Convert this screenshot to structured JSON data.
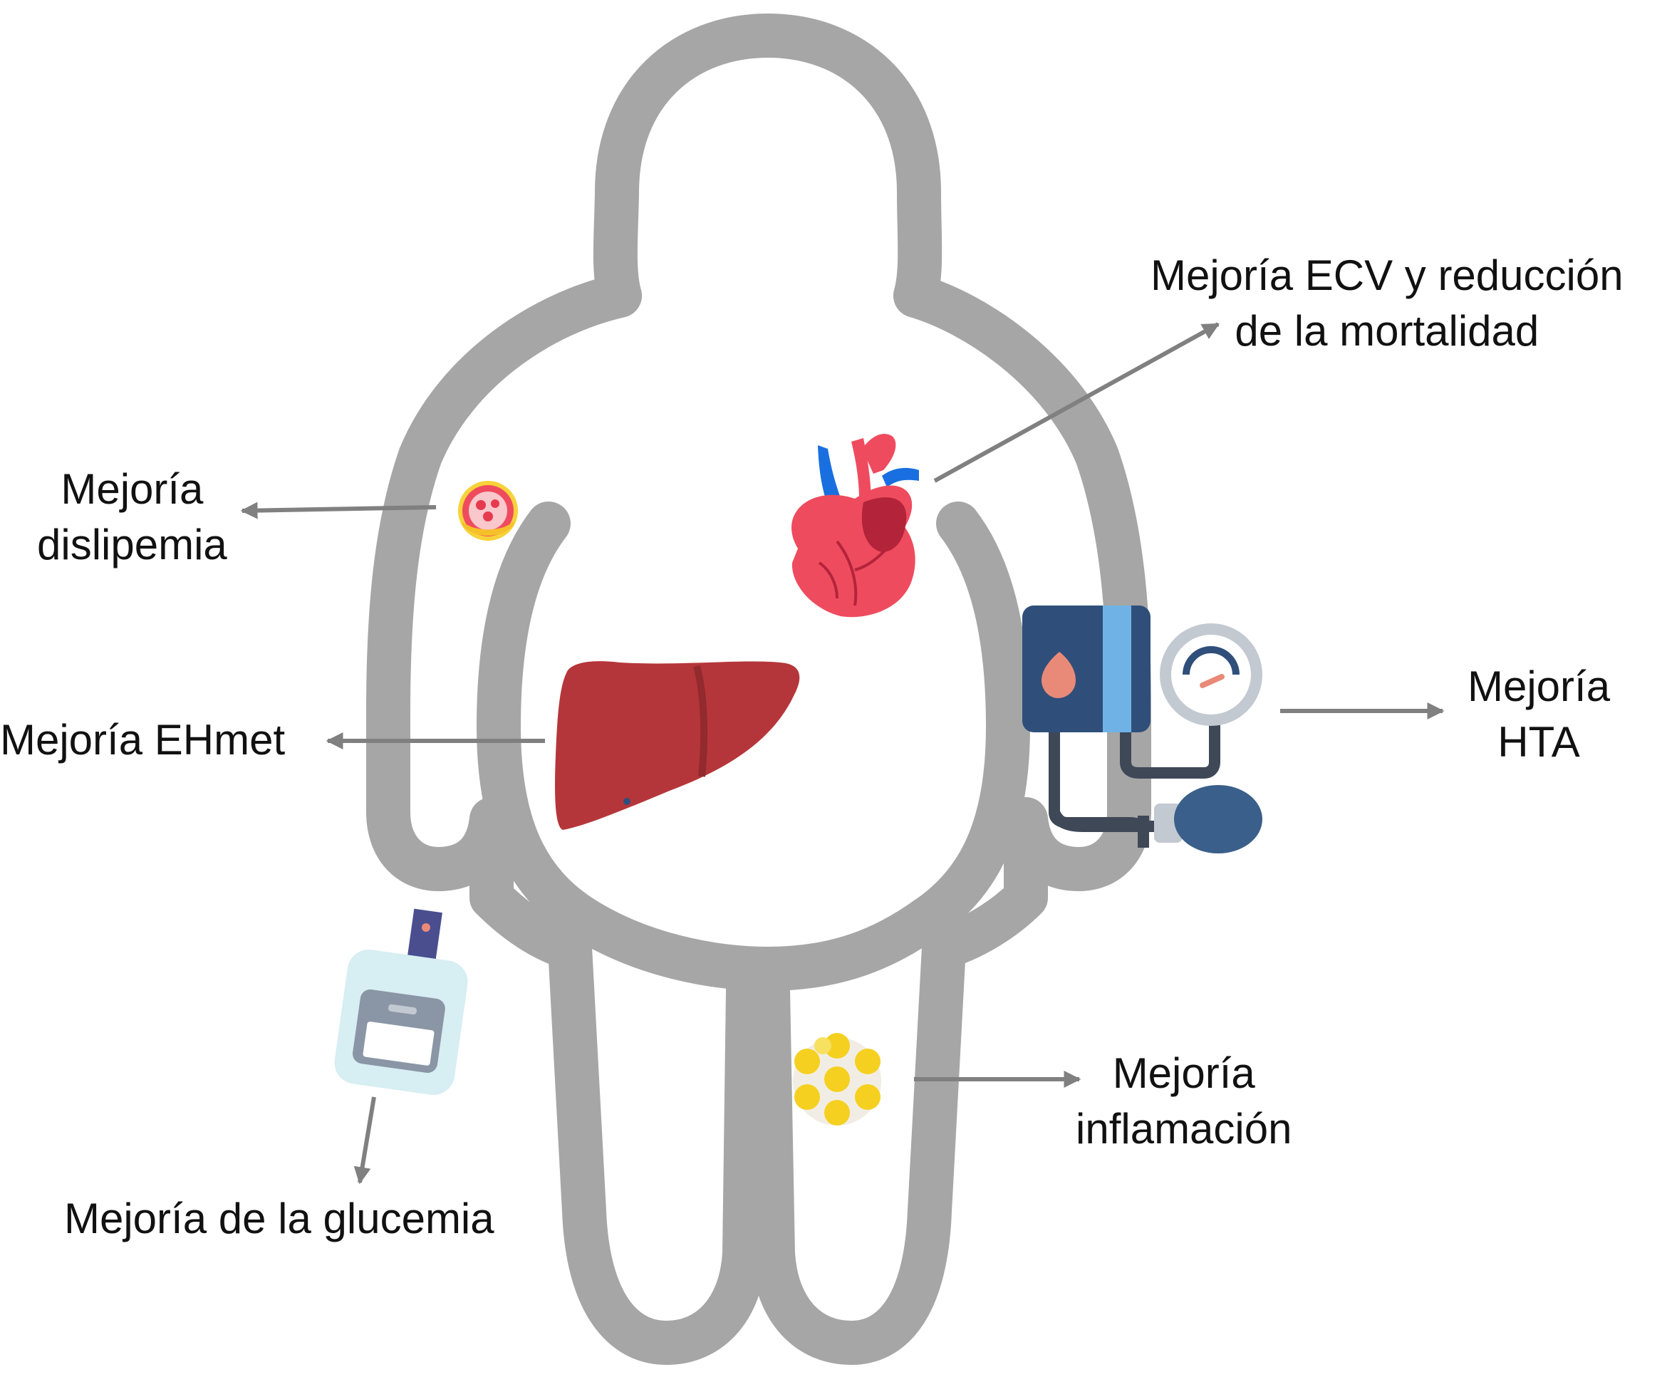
{
  "colors": {
    "body_outline": "#a6a6a6",
    "arrow": "#808080",
    "text": "#111111",
    "heart": "#ef4b5e",
    "heart_dark": "#b3243b",
    "vessel_blue": "#1a6fe0",
    "liver": "#b5363a",
    "liver_dark": "#922a2e",
    "cuff_dark": "#2f4f7a",
    "cuff_light": "#6fb3e6",
    "tube": "#3f4857",
    "bulb": "#3a5f8a",
    "fat_cell": "#f5d020",
    "glucometer": "#d7eef3"
  },
  "labels": {
    "cv": {
      "line1": "Mejoría ECV y reducción",
      "line2": "de la mortalidad"
    },
    "dyslipidemia": {
      "line1": "Mejoría",
      "line2": "dislipemia"
    },
    "liver": {
      "line1": "Mejoría EHmet"
    },
    "hypertension": {
      "line1": "Mejoría",
      "line2": "HTA"
    },
    "inflammation": {
      "line1": "Mejoría",
      "line2": "inflamación"
    },
    "glucose": {
      "line1": "Mejoría de la glucemia"
    }
  },
  "icons": {
    "heart": "heart-icon",
    "liver": "liver-icon",
    "artery": "artery-plaque-icon",
    "blood_pressure": "blood-pressure-monitor-icon",
    "glucometer": "glucometer-icon",
    "fat_cells": "fat-cells-icon"
  }
}
